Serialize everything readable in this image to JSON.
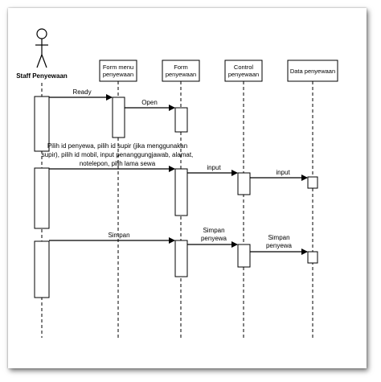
{
  "actor": {
    "label": "Staff Penyewaan"
  },
  "lifelines": [
    {
      "id": "form_menu",
      "label_line1": "Form menu",
      "label_line2": "penyewaan"
    },
    {
      "id": "form",
      "label_line1": "Form",
      "label_line2": "penyewaan"
    },
    {
      "id": "control",
      "label_line1": "Control",
      "label_line2": "penyewaan"
    },
    {
      "id": "data",
      "label_line1": "Data penyewaan",
      "label_line2": ""
    }
  ],
  "messages": {
    "ready": "Ready",
    "open": "Open",
    "pilih_line1": "Pilih id penyewa, pilih id supir (jika menggunakan",
    "pilih_line2": "supir), pilih id mobil, input penanggungjawab, alamat,",
    "pilih_line3": "notelepon, pilih lama sewa",
    "input1": "input",
    "input2": "input",
    "simpan1": "Simpan",
    "simpan2_line1": "Simpan",
    "simpan2_line2": "penyewa",
    "simpan3_line1": "Simpan",
    "simpan3_line2": "penyewa"
  }
}
